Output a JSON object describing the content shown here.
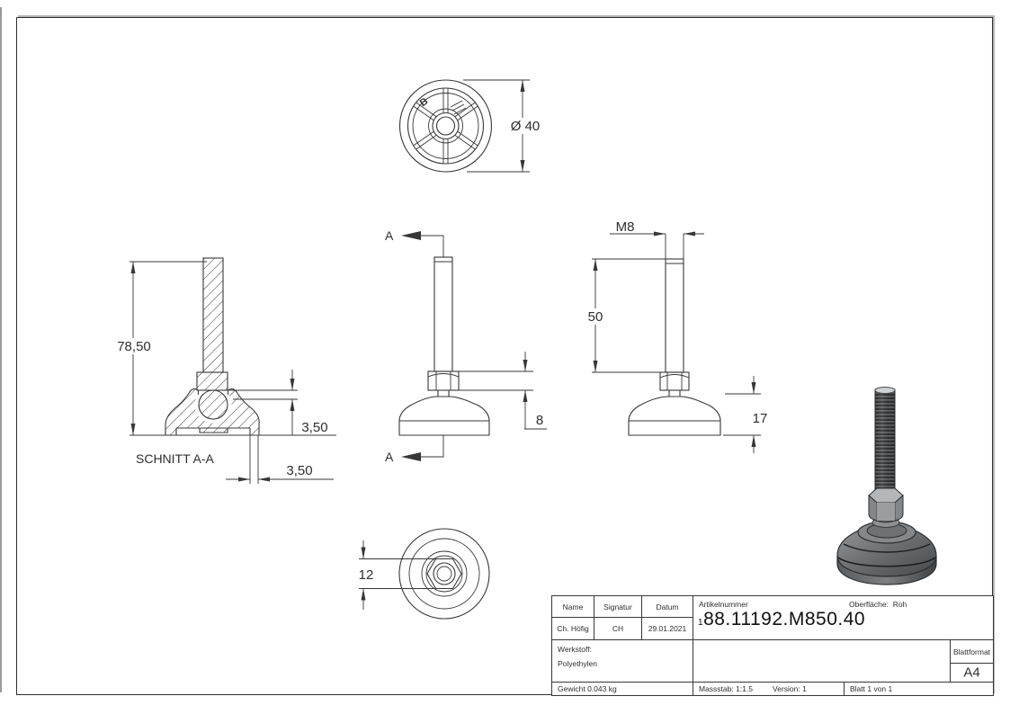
{
  "drawing": {
    "top": {
      "diameter": "Ø 40",
      "marking": "B"
    },
    "section": {
      "label": "SCHNITT A-A",
      "height": "78,50",
      "gap": "3,50",
      "lip": "3,50"
    },
    "front": {
      "cut": "A",
      "nut_height": "8"
    },
    "side": {
      "thread": "M8",
      "length": "50",
      "base_height": "17"
    },
    "bottom": {
      "hex": "12"
    }
  },
  "title_block": {
    "name_label": "Name",
    "signature_label": "Signatur",
    "date_label": "Datum",
    "name_value": "Ch. Höfig",
    "signature_value": "CH",
    "date_value": "29.01.2021",
    "article_label": "Artikelnummer",
    "article_prefix": "1",
    "article_number": "88.11192.M850.40",
    "surface_label": "Oberfläche:",
    "surface_value": "Roh",
    "material_label": "Werkstoff:",
    "material_value": "Polyethylen",
    "weight_text": "Gewicht 0.043 kg",
    "scale_text": "Massstab: 1:1.5",
    "version_text": "Version: 1",
    "sheet_text": "Blatt 1 von 1",
    "format_label": "Blattformat",
    "format_value": "A4"
  }
}
